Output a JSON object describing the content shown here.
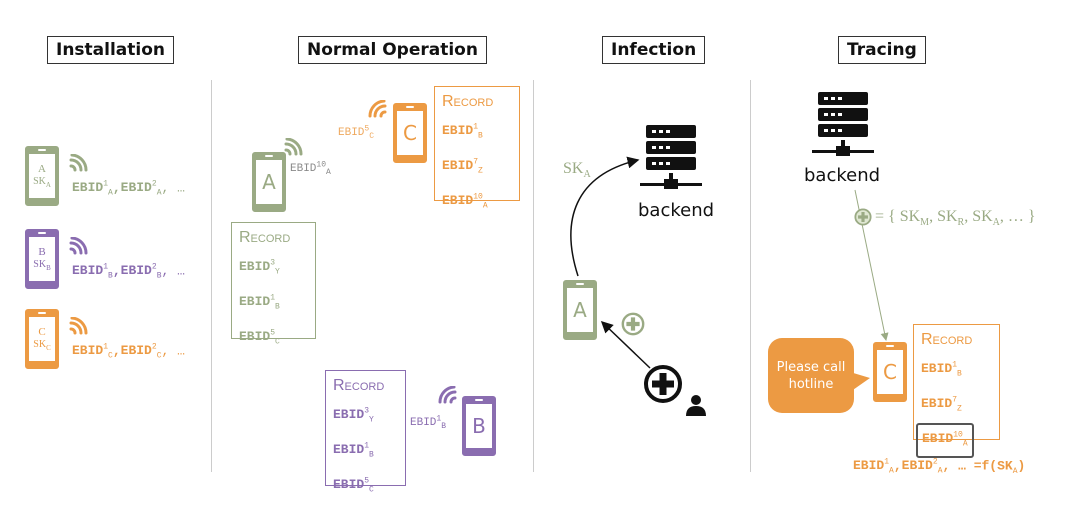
{
  "colors": {
    "green": "#9aaa84",
    "purple": "#8a6db0",
    "orange": "#ec9a43",
    "gray": "#8a8a8a"
  },
  "titles": {
    "installation": "Installation",
    "normal": "Normal Operation",
    "infection": "Infection",
    "tracing": "Tracing"
  },
  "installation": {
    "phones": [
      {
        "label": "A",
        "key": "SK",
        "key_sub": "A",
        "ids": [
          {
            "b": "EBID",
            "sup": "1",
            "sub": "A"
          },
          {
            "b": "EBID",
            "sup": "2",
            "sub": "A"
          }
        ],
        "more": ", …"
      },
      {
        "label": "B",
        "key": "SK",
        "key_sub": "B",
        "ids": [
          {
            "b": "EBID",
            "sup": "1",
            "sub": "B"
          },
          {
            "b": "EBID",
            "sup": "2",
            "sub": "B"
          }
        ],
        "more": ", …"
      },
      {
        "label": "C",
        "key": "SK",
        "key_sub": "C",
        "ids": [
          {
            "b": "EBID",
            "sup": "1",
            "sub": "C"
          },
          {
            "b": "EBID",
            "sup": "2",
            "sub": "C"
          }
        ],
        "more": ", …"
      }
    ]
  },
  "normal": {
    "phone_a": {
      "label": "A",
      "broadcast": {
        "b": "EBID",
        "sup": "10",
        "sub": "A"
      }
    },
    "phone_c": {
      "label": "C",
      "broadcast": {
        "b": "EBID",
        "sup": "5",
        "sub": "C"
      }
    },
    "phone_b": {
      "label": "B",
      "broadcast": {
        "b": "EBID",
        "sup": "1",
        "sub": "B"
      }
    },
    "record_title": "Record",
    "record_a": [
      {
        "b": "EBID",
        "sup": "3",
        "sub": "Y"
      },
      {
        "b": "EBID",
        "sup": "1",
        "sub": "B"
      },
      {
        "b": "EBID",
        "sup": "5",
        "sub": "C"
      }
    ],
    "record_c": [
      {
        "b": "EBID",
        "sup": "1",
        "sub": "B"
      },
      {
        "b": "EBID",
        "sup": "7",
        "sub": "Z"
      },
      {
        "b": "EBID",
        "sup": "10",
        "sub": "A"
      }
    ],
    "record_b": [
      {
        "b": "EBID",
        "sup": "3",
        "sub": "Y"
      },
      {
        "b": "EBID",
        "sup": "1",
        "sub": "B"
      },
      {
        "b": "EBID",
        "sup": "5",
        "sub": "C"
      }
    ]
  },
  "infection": {
    "backend": "backend",
    "key": "SK",
    "key_sub": "A",
    "phone_label": "A"
  },
  "tracing": {
    "backend": "backend",
    "set_prefix": "= { ",
    "set": [
      {
        "b": "SK",
        "sub": "M"
      },
      {
        "b": "SK",
        "sub": "R"
      },
      {
        "b": "SK",
        "sub": "A"
      }
    ],
    "set_suffix": ", … }",
    "bubble": "Please call hotline",
    "phone_label": "C",
    "record_title": "Record",
    "record": [
      {
        "b": "EBID",
        "sup": "1",
        "sub": "B"
      },
      {
        "b": "EBID",
        "sup": "7",
        "sub": "Z"
      },
      {
        "b": "EBID",
        "sup": "10",
        "sub": "A",
        "highlighted": true
      }
    ],
    "formula_ids": [
      {
        "b": "EBID",
        "sup": "1",
        "sub": "A"
      },
      {
        "b": "EBID",
        "sup": "2",
        "sub": "A"
      }
    ],
    "formula_rest": ", … =f(SK",
    "formula_sub": "A",
    "formula_end": ")"
  }
}
